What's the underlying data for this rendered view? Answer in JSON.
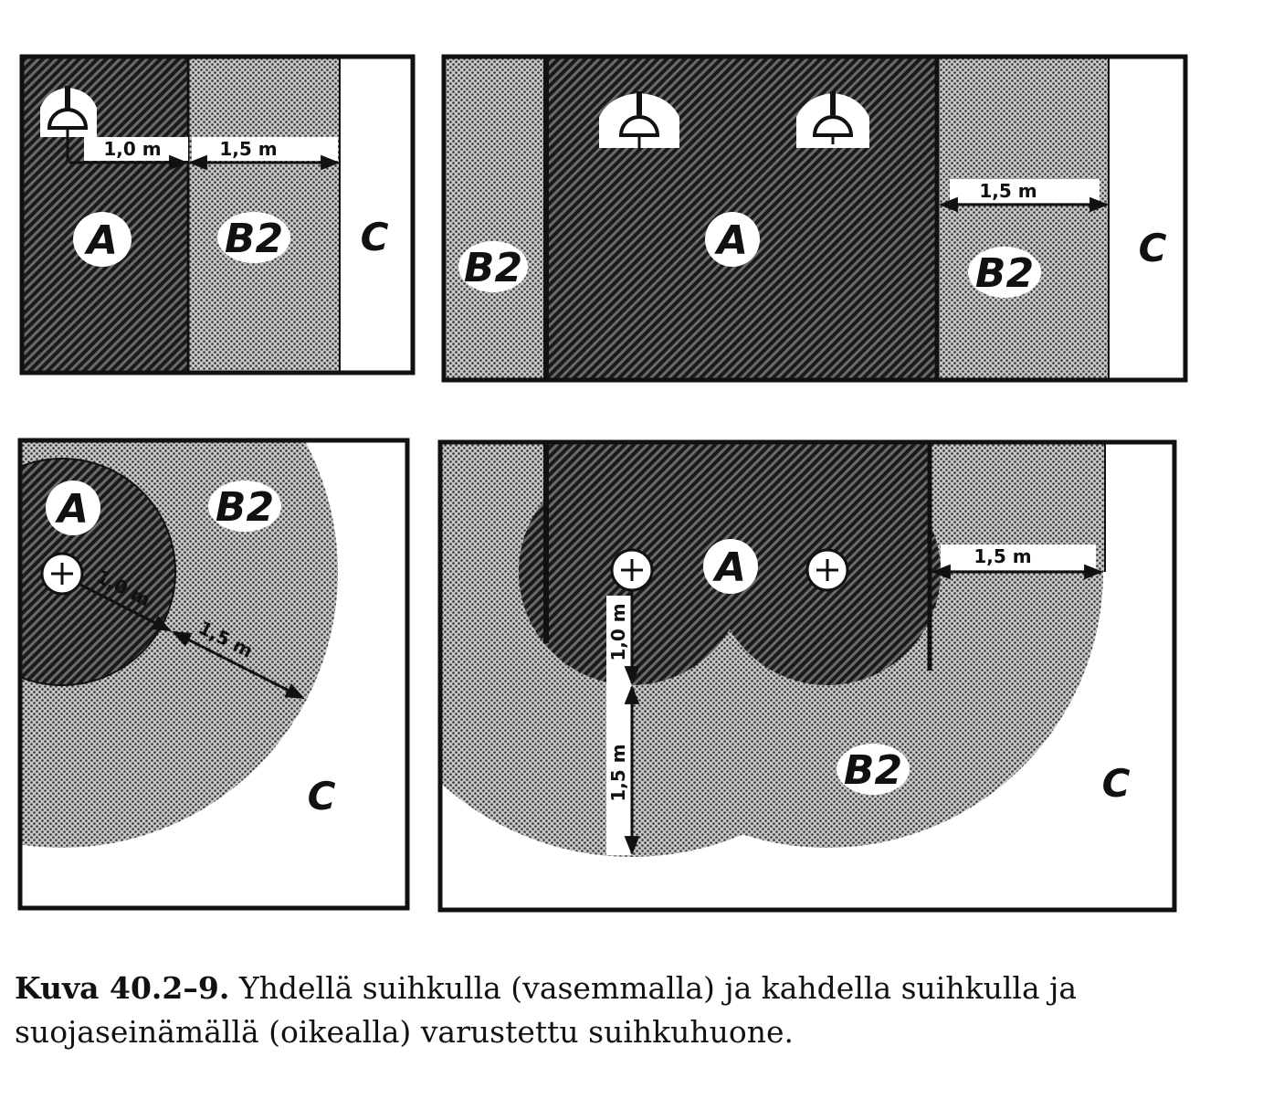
{
  "labels": {
    "zone_a": "A",
    "zone_b2": "B2",
    "zone_c": "C"
  },
  "dimensions": {
    "one_meter": "1,0 m",
    "one_meter_b": "1,0 m",
    "one_half_meter": "1,5 m"
  },
  "caption": {
    "title": "Kuva 40.2–9.",
    "text": " Yhdellä suihkulla (vasemmalla) ja kahdella suihkulla ja suojaseinämällä (oikealla) varustettu suihkuhuone."
  },
  "colors": {
    "ink": "#111111",
    "paper": "#ffffff",
    "zone_a_fill": "#3a3a3a",
    "zone_b2_fill": "#9a9a9a"
  },
  "icons": [
    "shower-head-icon",
    "shower-plan-icon"
  ]
}
